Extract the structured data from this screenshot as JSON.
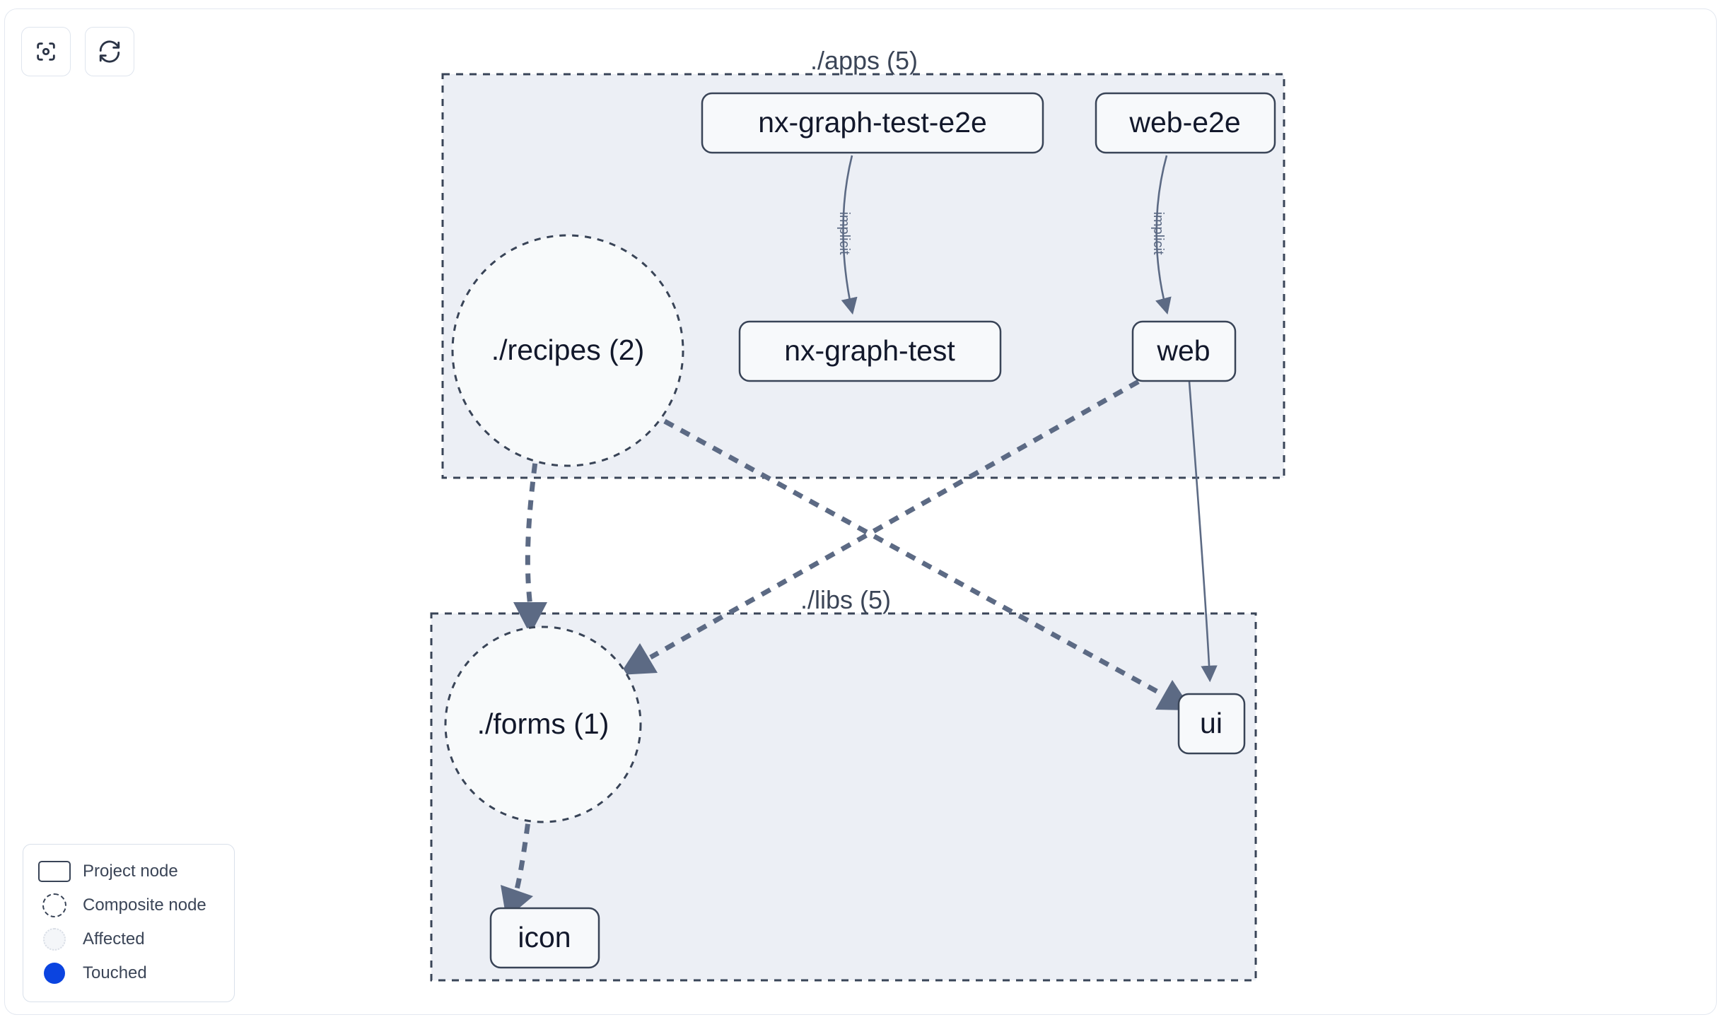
{
  "toolbar": {
    "buttons": [
      {
        "name": "focus-graph-button",
        "icon": "focus-target-icon",
        "label": ""
      },
      {
        "name": "refresh-graph-button",
        "icon": "refresh-icon",
        "label": ""
      }
    ]
  },
  "legend": {
    "items": [
      {
        "swatch": "project-node-swatch",
        "label": "Project node"
      },
      {
        "swatch": "composite-node-swatch",
        "label": "Composite node"
      },
      {
        "swatch": "affected-swatch",
        "label": "Affected"
      },
      {
        "swatch": "touched-swatch",
        "label": "Touched"
      }
    ]
  },
  "colors": {
    "group_fill": "#eceff5",
    "group_stroke": "#394457",
    "node_fill": "#f7f9fb",
    "node_stroke": "#394457",
    "node_text": "#12182b",
    "edge": "#5c6a84",
    "touched": "#0b44e0",
    "card_border": "#e3e8f0"
  },
  "graph": {
    "groups": [
      {
        "id": "apps",
        "label": "./apps (5)"
      },
      {
        "id": "libs",
        "label": "./libs (5)"
      }
    ],
    "composite_nodes": [
      {
        "id": "recipes",
        "label": "./recipes (2)",
        "group": "apps"
      },
      {
        "id": "forms",
        "label": "./forms (1)",
        "group": "libs"
      }
    ],
    "project_nodes": [
      {
        "id": "nx-graph-test-e2e",
        "label": "nx-graph-test-e2e",
        "group": "apps"
      },
      {
        "id": "web-e2e",
        "label": "web-e2e",
        "group": "apps"
      },
      {
        "id": "nx-graph-test",
        "label": "nx-graph-test",
        "group": "apps"
      },
      {
        "id": "web",
        "label": "web",
        "group": "apps"
      },
      {
        "id": "ui",
        "label": "ui",
        "group": "libs"
      },
      {
        "id": "icon",
        "label": "icon",
        "group": "libs"
      }
    ],
    "edges": [
      {
        "from": "nx-graph-test-e2e",
        "to": "nx-graph-test",
        "label": "implicit",
        "style": "solid"
      },
      {
        "from": "web-e2e",
        "to": "web",
        "label": "implicit",
        "style": "solid"
      },
      {
        "from": "web",
        "to": "ui",
        "label": "",
        "style": "solid"
      },
      {
        "from": "recipes",
        "to": "forms",
        "label": "",
        "style": "dashed"
      },
      {
        "from": "recipes",
        "to": "ui",
        "label": "",
        "style": "dashed"
      },
      {
        "from": "web",
        "to": "forms",
        "label": "",
        "style": "dashed"
      },
      {
        "from": "forms",
        "to": "icon",
        "label": "",
        "style": "dashed"
      }
    ]
  }
}
